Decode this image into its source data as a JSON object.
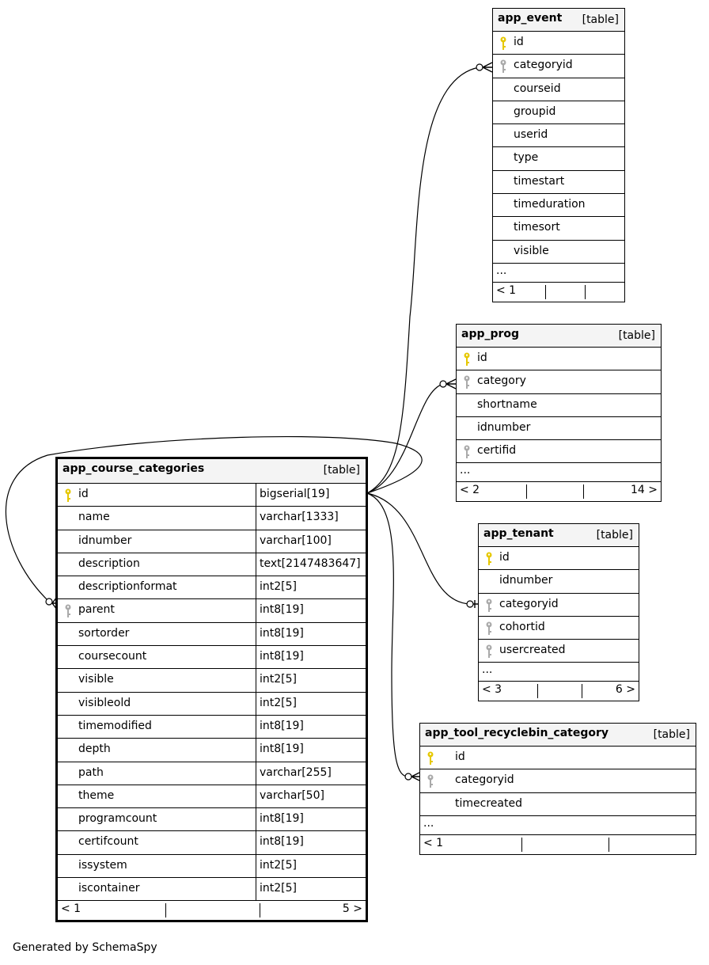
{
  "footer": {
    "generated_by": "Generated by SchemaSpy"
  },
  "tables": {
    "app_event": {
      "name": "app_event",
      "kind": "[table]",
      "columns": [
        {
          "name": "id",
          "key": "pk"
        },
        {
          "name": "categoryid",
          "key": "fk"
        },
        {
          "name": "courseid",
          "key": ""
        },
        {
          "name": "groupid",
          "key": ""
        },
        {
          "name": "userid",
          "key": ""
        },
        {
          "name": "type",
          "key": ""
        },
        {
          "name": "timestart",
          "key": ""
        },
        {
          "name": "timeduration",
          "key": ""
        },
        {
          "name": "timesort",
          "key": ""
        },
        {
          "name": "visible",
          "key": ""
        }
      ],
      "ellipsis": "...",
      "footer_left": "< 1",
      "footer_right": ""
    },
    "app_prog": {
      "name": "app_prog",
      "kind": "[table]",
      "columns": [
        {
          "name": "id",
          "key": "pk"
        },
        {
          "name": "category",
          "key": "fk"
        },
        {
          "name": "shortname",
          "key": ""
        },
        {
          "name": "idnumber",
          "key": ""
        },
        {
          "name": "certifid",
          "key": "fk"
        }
      ],
      "ellipsis": "...",
      "footer_left": "< 2",
      "footer_right": "14 >"
    },
    "app_tenant": {
      "name": "app_tenant",
      "kind": "[table]",
      "columns": [
        {
          "name": "id",
          "key": "pk"
        },
        {
          "name": "idnumber",
          "key": ""
        },
        {
          "name": "categoryid",
          "key": "fk"
        },
        {
          "name": "cohortid",
          "key": "fk"
        },
        {
          "name": "usercreated",
          "key": "fk"
        }
      ],
      "ellipsis": "...",
      "footer_left": "< 3",
      "footer_right": "6 >"
    },
    "app_tool_recyclebin_category": {
      "name": "app_tool_recyclebin_category",
      "kind": "[table]",
      "columns": [
        {
          "name": "id",
          "key": "pk"
        },
        {
          "name": "categoryid",
          "key": "fk"
        },
        {
          "name": "timecreated",
          "key": ""
        }
      ],
      "ellipsis": "...",
      "footer_left": "< 1",
      "footer_right": ""
    },
    "app_course_categories": {
      "name": "app_course_categories",
      "kind": "[table]",
      "columns": [
        {
          "name": "id",
          "type": "bigserial[19]",
          "key": "pk"
        },
        {
          "name": "name",
          "type": "varchar[1333]",
          "key": ""
        },
        {
          "name": "idnumber",
          "type": "varchar[100]",
          "key": ""
        },
        {
          "name": "description",
          "type": "text[2147483647]",
          "key": ""
        },
        {
          "name": "descriptionformat",
          "type": "int2[5]",
          "key": ""
        },
        {
          "name": "parent",
          "type": "int8[19]",
          "key": "fk"
        },
        {
          "name": "sortorder",
          "type": "int8[19]",
          "key": ""
        },
        {
          "name": "coursecount",
          "type": "int8[19]",
          "key": ""
        },
        {
          "name": "visible",
          "type": "int2[5]",
          "key": ""
        },
        {
          "name": "visibleold",
          "type": "int2[5]",
          "key": ""
        },
        {
          "name": "timemodified",
          "type": "int8[19]",
          "key": ""
        },
        {
          "name": "depth",
          "type": "int8[19]",
          "key": ""
        },
        {
          "name": "path",
          "type": "varchar[255]",
          "key": ""
        },
        {
          "name": "theme",
          "type": "varchar[50]",
          "key": ""
        },
        {
          "name": "programcount",
          "type": "int8[19]",
          "key": ""
        },
        {
          "name": "certifcount",
          "type": "int8[19]",
          "key": ""
        },
        {
          "name": "issystem",
          "type": "int2[5]",
          "key": ""
        },
        {
          "name": "iscontainer",
          "type": "int2[5]",
          "key": ""
        }
      ],
      "footer_left": "< 1",
      "footer_right": "5 >"
    }
  },
  "colors": {
    "pk_key": "#e6c800",
    "fk_key": "#aaaaaa",
    "header_bg": "#f4f4f4"
  }
}
